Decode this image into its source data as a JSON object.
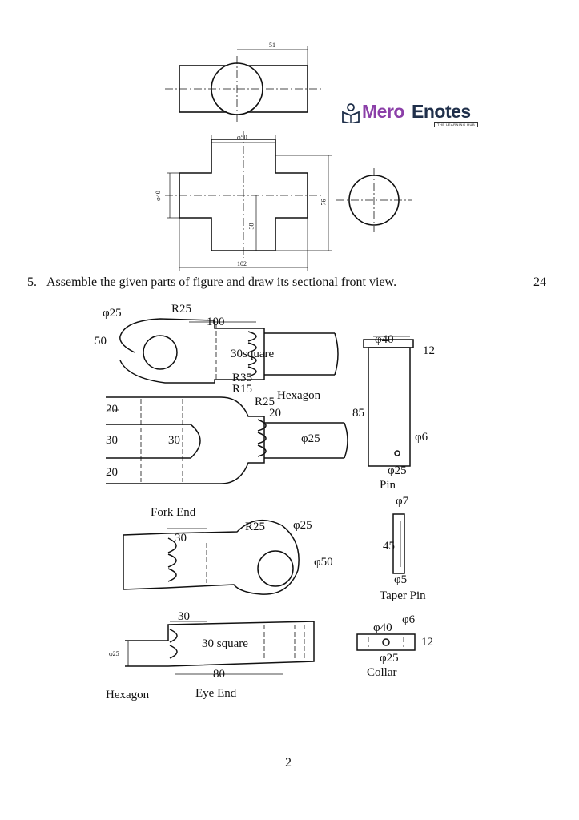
{
  "top_drawing": {
    "dims": {
      "d51": "51",
      "d50": "φ50",
      "d40": "φ40",
      "d38": "38",
      "d76": "76",
      "d102": "102"
    }
  },
  "logo": {
    "mero": "Mero",
    "enotes": "Enotes",
    "tagline": "THE LEARNING HUB",
    "icon": "book-reader-icon"
  },
  "question": {
    "number": "5.",
    "text": "Assemble the given parts of figure and draw its sectional front view.",
    "marks": "24"
  },
  "parts": {
    "rod": {
      "d25": "φ25",
      "r25": "R25",
      "d100": "100",
      "d50": "50",
      "square": "30square"
    },
    "fork": {
      "r35": "R35",
      "r15": "R15",
      "r25": "R25",
      "hexagon": "Hexagon",
      "d20a": "20",
      "d30": "30",
      "d20b": "20",
      "inner30": "30",
      "hex20": "20",
      "d25": "φ25",
      "label": "Fork End"
    },
    "pin": {
      "d40": "φ40",
      "d12": "12",
      "d85": "85",
      "d6": "φ6",
      "d25": "φ25",
      "label": "Pin"
    },
    "eye": {
      "d30": "30",
      "r25": "R25",
      "d25": "φ25",
      "d50": "φ50"
    },
    "taper": {
      "d7": "φ7",
      "d45": "45",
      "d5": "φ5",
      "label": "Taper Pin"
    },
    "eye_side": {
      "d30": "30",
      "d25": "φ25",
      "square": "30 square",
      "d80": "80",
      "hexagon": "Hexagon",
      "label": "Eye End"
    },
    "collar": {
      "d40": "φ40",
      "d6": "φ6",
      "d12": "12",
      "d25": "φ25",
      "label": "Collar"
    }
  },
  "page_number": "2"
}
